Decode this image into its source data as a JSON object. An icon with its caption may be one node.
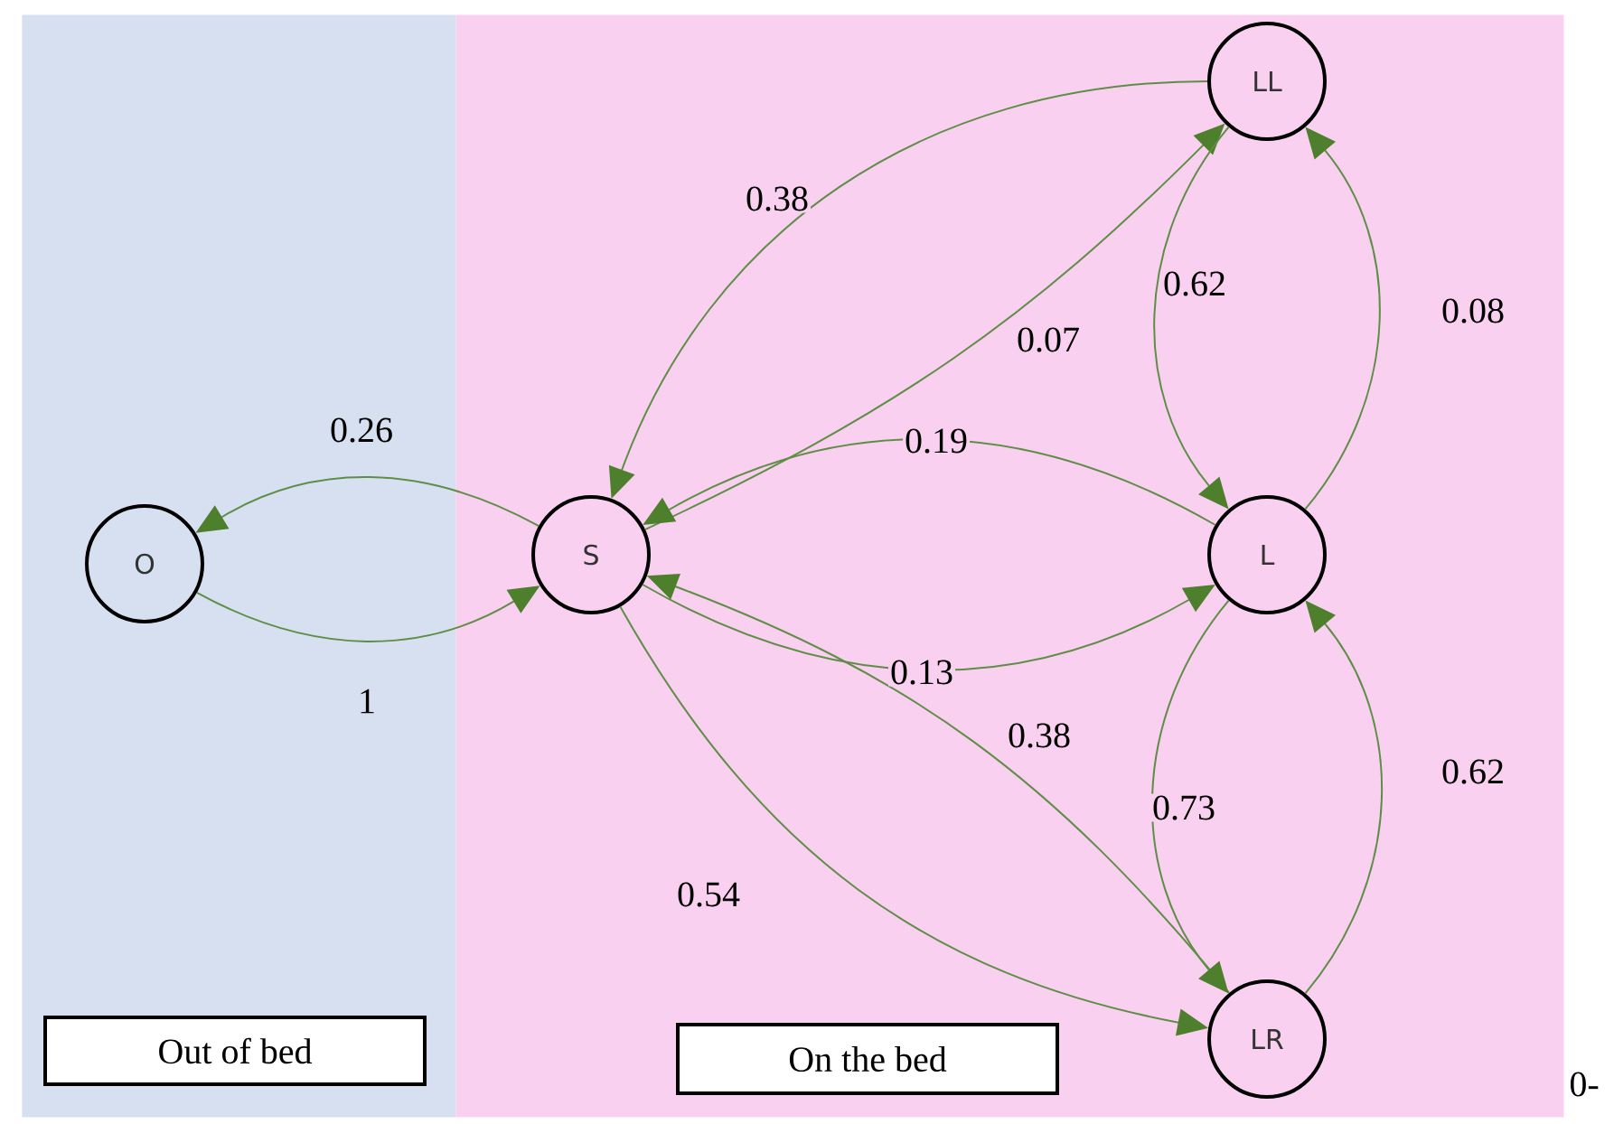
{
  "diagram": {
    "nodes": [
      {
        "text": [],
        "shape": "band"
      },
      {
        "text": [
          "O"
        ],
        "in": 0
      },
      {
        "text": [
          "Out of bed"
        ],
        "in": 0
      },
      {
        "text": [],
        "shape": "band"
      },
      {
        "text": [
          "S"
        ],
        "in": 3
      },
      {
        "text": [
          "LL"
        ],
        "in": 3
      },
      {
        "text": [
          "L"
        ],
        "in": 3
      },
      {
        "text": [
          "LR"
        ],
        "in": 3
      },
      {
        "text": [
          "On the bed"
        ],
        "in": 3
      }
    ],
    "edges": [
      {
        "from": 4,
        "to": 1,
        "arrow": "to",
        "label": "0.26"
      },
      {
        "from": 1,
        "to": 4,
        "arrow": "to",
        "label": "1"
      },
      {
        "from": 5,
        "to": 4,
        "arrow": "to",
        "label": "0.38"
      },
      {
        "from": 4,
        "to": 5,
        "arrow": "to",
        "label": "0.07"
      },
      {
        "from": 6,
        "to": 4,
        "arrow": "to",
        "label": "0.19"
      },
      {
        "from": 4,
        "to": 6,
        "arrow": "to",
        "label": "0.13"
      },
      {
        "from": 5,
        "to": 6,
        "arrow": "to",
        "label": "0.62"
      },
      {
        "from": 6,
        "to": 5,
        "arrow": "to",
        "label": "0.08"
      },
      {
        "from": 7,
        "to": 4,
        "arrow": "to",
        "label": "0.38"
      },
      {
        "from": 6,
        "to": 7,
        "arrow": "to",
        "label": "0.73"
      },
      {
        "from": 7,
        "to": 6,
        "arrow": "to",
        "label": "0.62"
      },
      {
        "from": 4,
        "to": 7,
        "arrow": "to",
        "label": "0.54"
      }
    ],
    "labels": [
      "0-"
    ]
  }
}
